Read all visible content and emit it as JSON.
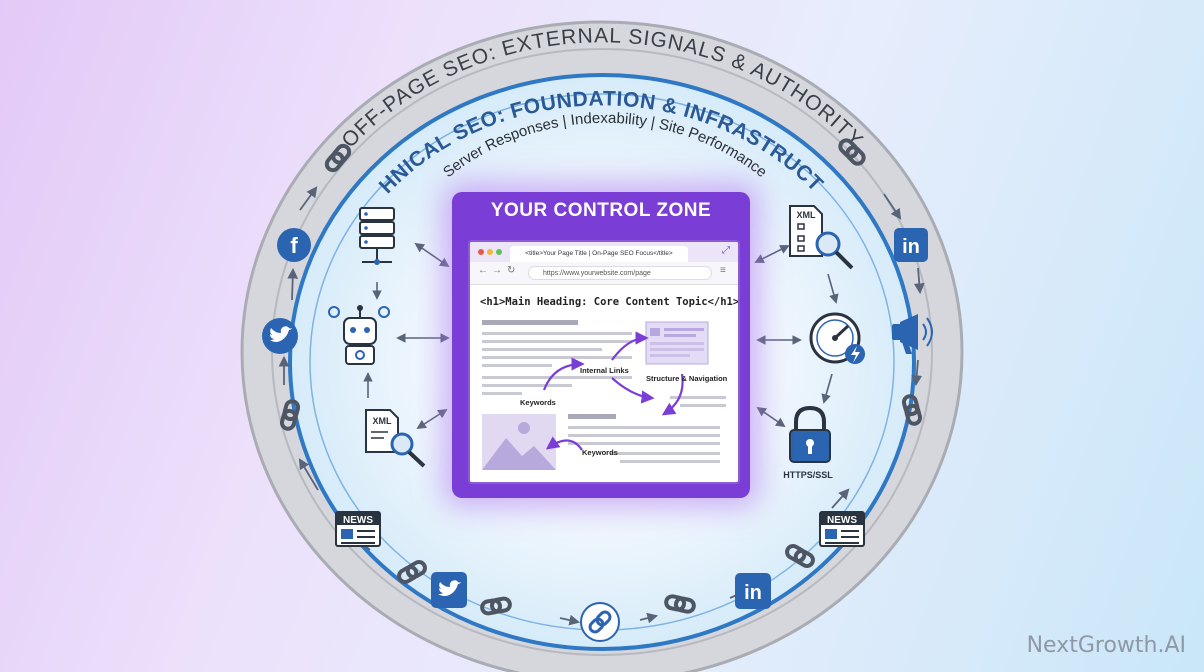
{
  "outer_ring_title": "OFF-PAGE SEO: EXTERNAL SIGNALS & AUTHORITY",
  "inner_ring_title": "TECHNICAL SEO: FOUNDATION & INFRASTRUCTURE",
  "inner_ring_subtitle": "Server Responses | Indexability | Site Performance",
  "control_zone": {
    "title": "YOUR CONTROL ZONE",
    "tab_text": "<title>Your Page Title | On-Page SEO Focus</title>",
    "url": "https://www.yourwebsite.com/page",
    "h1_text": "<h1>Main Heading: Core Content Topic</h1>",
    "labels": {
      "internal_links": "Internal Links",
      "structure_navigation": "Structure & Navigation",
      "keywords_1": "Keywords",
      "keywords_2": "Keywords"
    }
  },
  "technical_icons": {
    "left": [
      {
        "icon": "server-icon"
      },
      {
        "icon": "robot-crawler-icon"
      },
      {
        "icon": "xml-sitemap-icon",
        "label": "XML"
      }
    ],
    "right": [
      {
        "icon": "xml-sitemap-icon",
        "label": "XML"
      },
      {
        "icon": "speed-gauge-icon"
      },
      {
        "icon": "lock-icon",
        "label": "HTTPS/SSL"
      }
    ]
  },
  "offpage_icons": {
    "facebook": "f",
    "linkedin": "in",
    "news": "NEWS",
    "twitter": "twitter-bird-icon"
  },
  "colors": {
    "purple": "#7a3ed6",
    "blue": "#2f6fb3",
    "ring_gray": "#c8cad0",
    "dark_blue": "#2a4d7f",
    "text_dark": "#2b2f36"
  },
  "watermark": "NextGrowth.AI"
}
